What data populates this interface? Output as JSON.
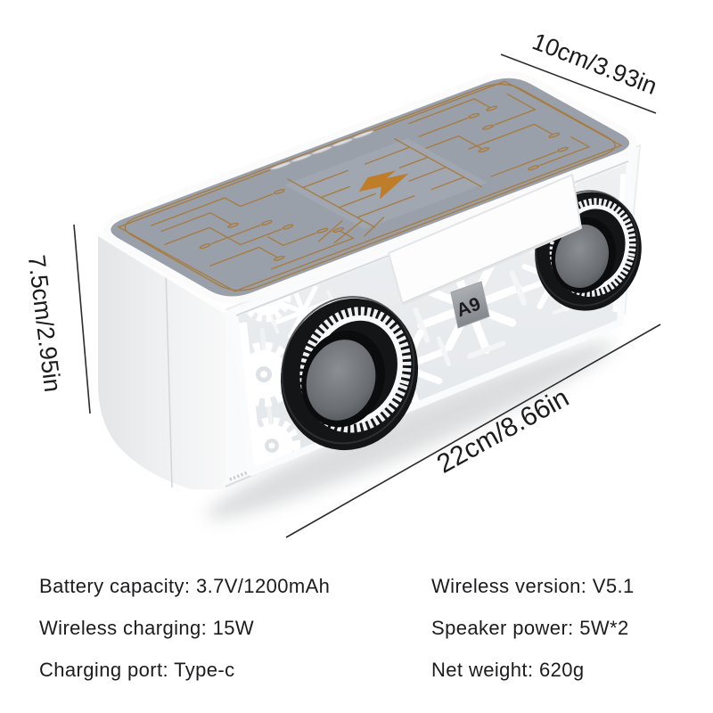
{
  "dimensions": {
    "top": "10cm/3.93in",
    "side": "7.5cm/2.95in",
    "front": "22cm/8.66in"
  },
  "product": {
    "model": "A9",
    "icons": [
      "lightning-bolt-icon"
    ],
    "control_buttons_count": 5
  },
  "specs": {
    "left_column": [
      "Battery capacity: 3.7V/1200mAh",
      "Wireless charging: 15W",
      "Charging port: Type-c"
    ],
    "right_column": [
      "Wireless version: V5.1",
      "Speaker power: 5W*2",
      "Net weight: 620g"
    ]
  },
  "colors": {
    "accent_orange": "#b5792f",
    "top_panel_gray": "#99a0aa",
    "driver_black": "#141517",
    "background": "#ffffff",
    "text": "#1c1c1f"
  }
}
